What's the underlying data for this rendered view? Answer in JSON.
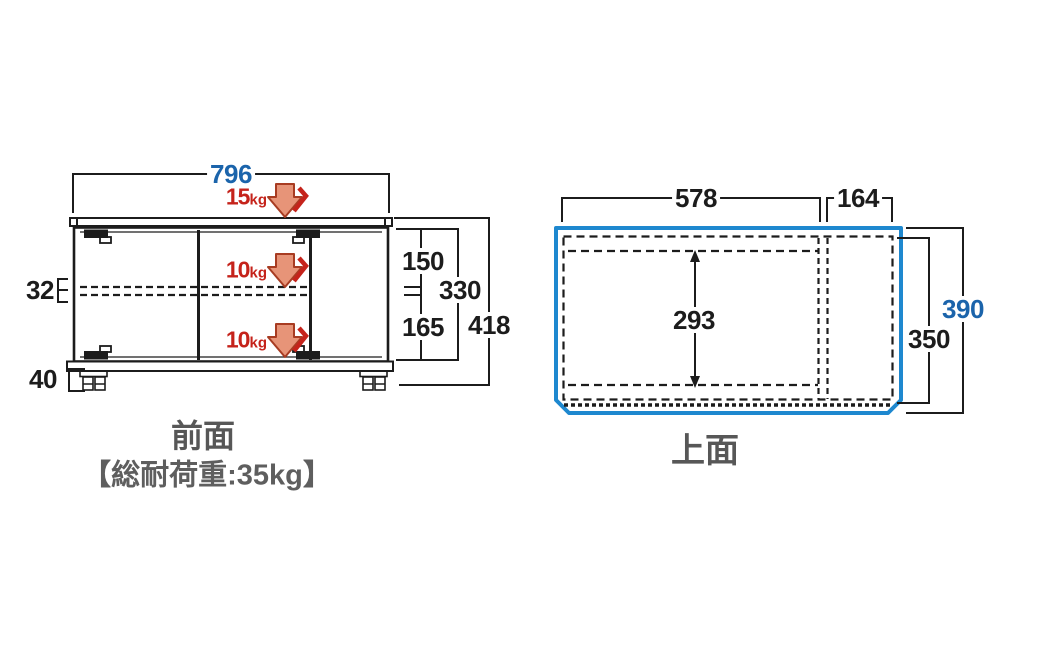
{
  "colors": {
    "dim_blue": "#1b64ab",
    "topview_outline_blue": "#1e88cf",
    "load_red": "#c5231b",
    "arrow_fill": "#e79478",
    "arrow_stroke": "#a83c22",
    "line_black": "#1c1c1c",
    "label_gray": "#575757"
  },
  "front_view": {
    "title": "前面",
    "capacity": "【総耐荷重:35kg】",
    "dims": {
      "width": "796",
      "upper_section": "150",
      "inner_height": "330",
      "lower_section": "165",
      "total_height": "418",
      "shelf": "32",
      "caster": "40"
    },
    "loads": [
      {
        "value": "15",
        "unit": "kg"
      },
      {
        "value": "10",
        "unit": "kg"
      },
      {
        "value": "10",
        "unit": "kg"
      }
    ]
  },
  "top_view": {
    "title": "上面",
    "dims": {
      "main_width": "578",
      "side_width": "164",
      "inner_span": "293",
      "outer_depth": "390",
      "inner_depth": "350"
    }
  }
}
